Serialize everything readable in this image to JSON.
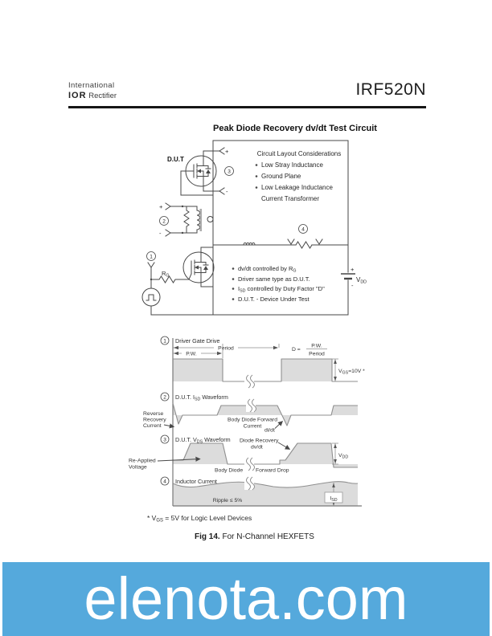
{
  "header": {
    "logo_top": "International",
    "logo_bold": "IOR",
    "logo_rest": " Rectifier",
    "part": "IRF520N"
  },
  "title": "Peak Diode Recovery dv/dt Test Circuit",
  "circuit": {
    "dut": "D.U.T",
    "box": {
      "title": "Circuit Layout Considerations",
      "items": [
        "Low Stray Inductance",
        "Ground Plane",
        "Low Leakage Inductance",
        "Current Transformer"
      ]
    },
    "markers": {
      "m1": "1",
      "m2": "2",
      "m3": "3",
      "m4": "4"
    },
    "terminals": {
      "plus": "+",
      "minus": "-"
    },
    "rg": {
      "base": "R",
      "sub": "G"
    },
    "vdd": {
      "plus": "+",
      "minus": "-",
      "base": "V",
      "sub": "DD"
    },
    "notes": [
      {
        "pre": "dv/dt controlled by R",
        "sub": "G",
        "post": ""
      },
      {
        "pre": "Driver same type as D.U.T.",
        "sub": "",
        "post": ""
      },
      {
        "pre": "I",
        "sub": "SD",
        "post": " controlled by Duty Factor \"D\""
      },
      {
        "pre": "D.U.T. - Device Under Test",
        "sub": "",
        "post": ""
      }
    ]
  },
  "waveforms": {
    "w1": {
      "num": "1",
      "title": "Driver Gate Drive",
      "pw": "P.W.",
      "period": "Period",
      "d_eq": "D =",
      "frac_num": "P.W.",
      "frac_den": "Period",
      "level": {
        "base": "V",
        "sub": "GS",
        "post": "=10V *"
      }
    },
    "w2": {
      "num": "2",
      "title_pre": "D.U.T. I",
      "title_sub": "SD",
      "title_post": " Waveform",
      "left1": "Reverse",
      "left2": "Recovery",
      "left3": "Current",
      "body1": "Body Diode Forward",
      "body2": "Current",
      "didt": "di/dt"
    },
    "w3": {
      "num": "3",
      "title_pre": "D.U.T. V",
      "title_sub": "DS",
      "title_post": " Waveform",
      "left1": "Re-Applied",
      "left2": "Voltage",
      "rec1": "Diode Recovery",
      "rec2": "dv/dt",
      "bd": "Body Diode",
      "fd": "Forward Drop",
      "vdd": {
        "base": "V",
        "sub": "DD"
      }
    },
    "w4": {
      "num": "4",
      "title": "Inductor Current",
      "ripple": "Ripple ≤ 5%",
      "isd": {
        "base": "I",
        "sub": "SD"
      }
    }
  },
  "footnote": {
    "pre": "* V",
    "sub": "GS",
    "post": " = 5V for Logic Level Devices"
  },
  "caption": {
    "bold": "Fig 14.",
    "text": " For N-Channel HEXFETS"
  },
  "banner": {
    "text": "elenota.com"
  },
  "colors": {
    "banner_bg": "#55a9dc",
    "banner_fg": "#ffffff",
    "waveform_fill": "#dcdcdc",
    "waveform_line": "#8f8f8f",
    "circuit_line": "#474747"
  }
}
